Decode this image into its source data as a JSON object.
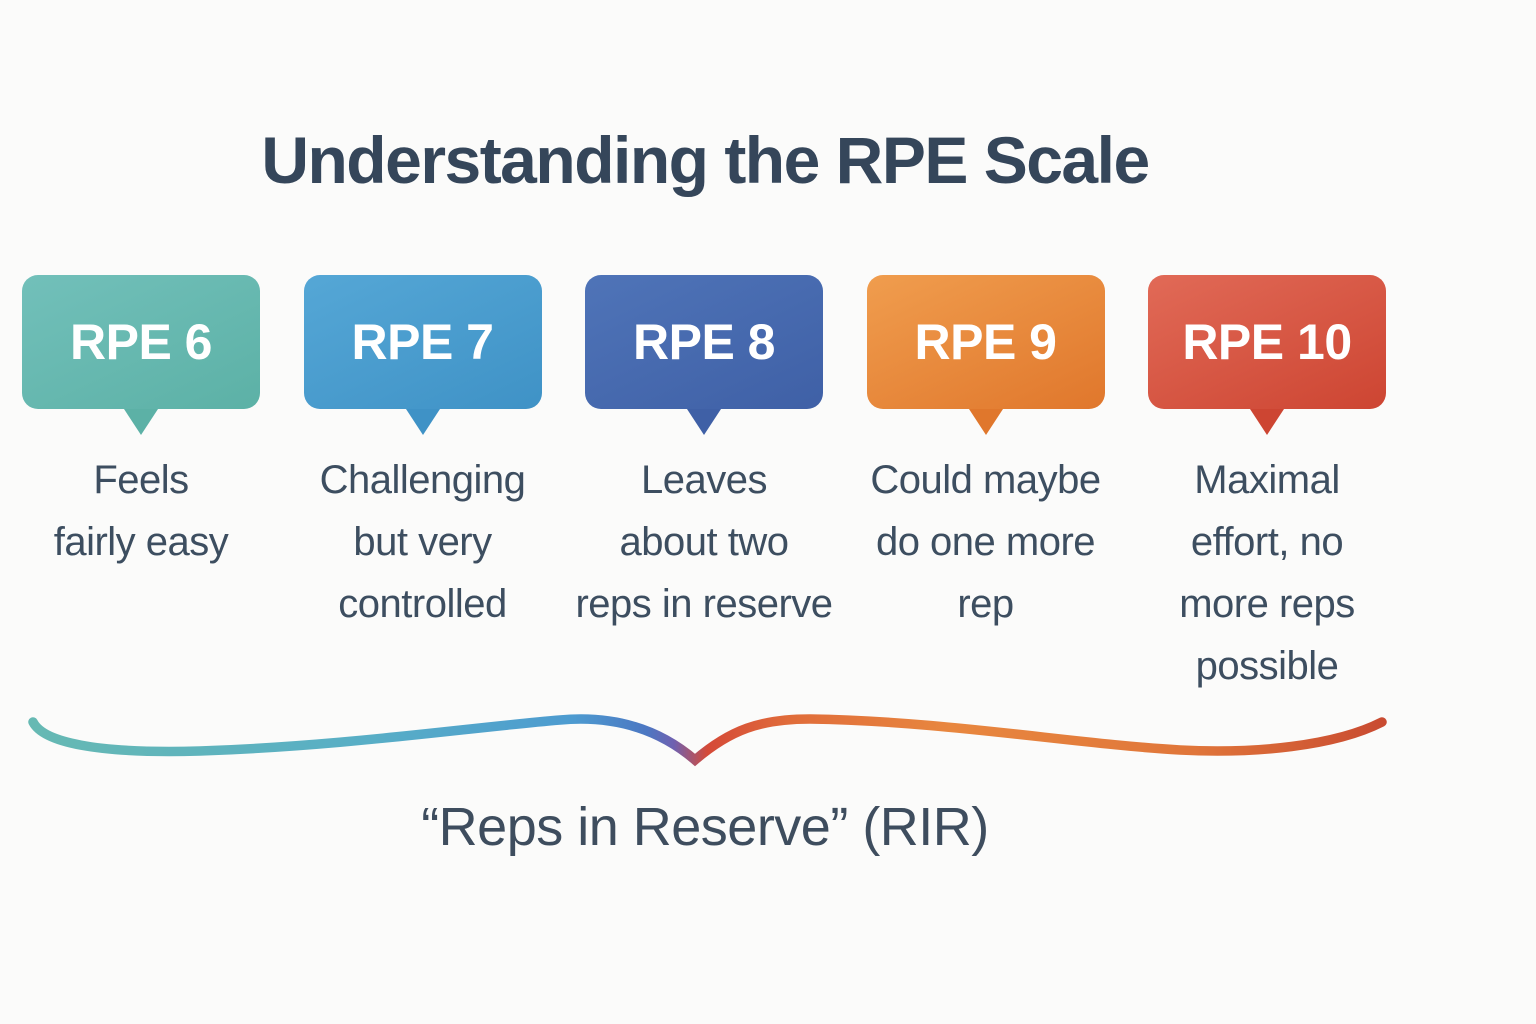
{
  "title": "Understanding the RPE Scale",
  "colors": {
    "background": "#fbfbfa",
    "title_text": "#35465a",
    "description_text": "#3d4e60",
    "caption_text": "#3e4d5e",
    "badge_label_text": "#ffffff"
  },
  "scale": {
    "items": [
      {
        "label": "RPE 6",
        "description_lines": [
          "Feels",
          "fairly easy"
        ],
        "color_top": "#72c0ba",
        "color_bottom": "#5cb1a6"
      },
      {
        "label": "RPE 7",
        "description_lines": [
          "Challenging",
          "but very",
          "controlled"
        ],
        "color_top": "#55a7d6",
        "color_bottom": "#3f92c6"
      },
      {
        "label": "RPE 8",
        "description_lines": [
          "Leaves",
          "about two",
          "reps in reserve"
        ],
        "color_top": "#4f74b8",
        "color_bottom": "#3f60a6"
      },
      {
        "label": "RPE 9",
        "description_lines": [
          "Could maybe",
          "do one more",
          "rep"
        ],
        "color_top": "#f09d4e",
        "color_bottom": "#e0772c"
      },
      {
        "label": "RPE 10",
        "description_lines": [
          "Maximal",
          "effort, no",
          "more reps",
          "possible"
        ],
        "color_top": "#e16a57",
        "color_bottom": "#cd4532"
      }
    ]
  },
  "brace": {
    "gradient_stops": [
      "#66b9b3",
      "#58aec6",
      "#4d9bd0",
      "#4c77c2",
      "#6f61b0",
      "#d54a38",
      "#e06c3a",
      "#e8873f",
      "#e0763a",
      "#c94b31"
    ]
  },
  "caption": "“Reps in Reserve” (RIR)"
}
